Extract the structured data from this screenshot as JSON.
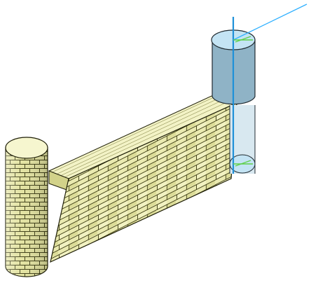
{
  "viewport": {
    "background": "#ffffff"
  },
  "scene": {
    "objects": [
      {
        "name": "brick-wall",
        "material": "brick"
      },
      {
        "name": "brick-column",
        "material": "brick"
      },
      {
        "name": "selected-cylinder",
        "state": "selected"
      }
    ]
  },
  "colors": {
    "brick_fill": "#eaeab0",
    "brick_fill_light": "#f6f6cf",
    "brick_fill_shade": "#d8d890",
    "brick_mortar": "#3a3a10",
    "brick_outline": "#1f1f08",
    "wall_top": "#f3f3c6",
    "selection_body": "#8fb3c6",
    "selection_top": "#c4e4f4",
    "selection_outline": "#202a30",
    "gizmo_axis": "#1e90d8",
    "gizmo_axis_secondary": "#2fb0ff",
    "gizmo_green": "#5fd04a"
  },
  "gizmo": {
    "axes": [
      "vertical",
      "diagonal"
    ]
  }
}
